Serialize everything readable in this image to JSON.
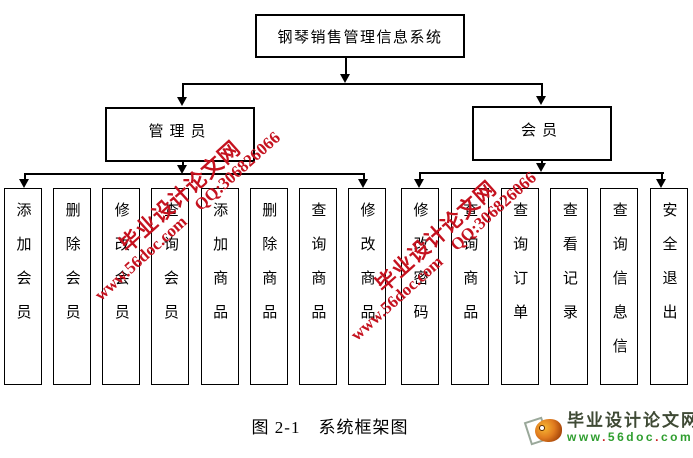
{
  "diagram": {
    "root": "钢琴销售管理信息系统",
    "level2": {
      "admin": "管理员",
      "member": "会员"
    },
    "admin_children": [
      "添加会员",
      "删除会员",
      "修改会员",
      "查询会员",
      "添加商品",
      "删除商品",
      "查询商品",
      "修改商品"
    ],
    "member_children": [
      "修改密码",
      "查询商品",
      "查询订单",
      "查看记录",
      "查询信息信",
      "安全退出"
    ]
  },
  "caption": "图 2-1　系统框架图",
  "watermark": {
    "site_name": "毕业设计论文网",
    "line2": "www.56doc.com　QQ:306826066"
  },
  "logo": {
    "site_name": "毕业设计论文网",
    "url_parts": [
      "www",
      ".",
      "56doc",
      ".",
      "com"
    ]
  },
  "colors": {
    "line_black": "#000000",
    "watermark_red": "#c5121f",
    "logo_text_olive": "#3f4a35",
    "logo_url_green": "#2f9e2f",
    "logo_dot_red": "#cc2222",
    "background": "#ffffff"
  }
}
